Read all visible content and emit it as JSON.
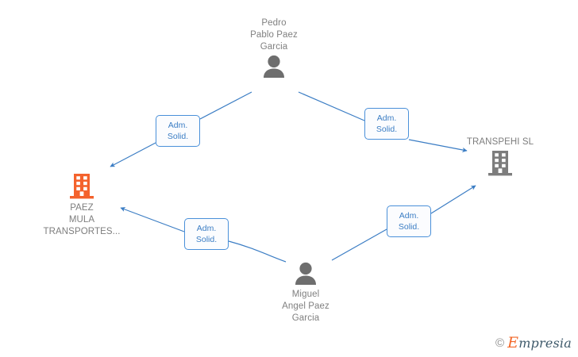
{
  "diagram": {
    "title": "Empresia relations graph",
    "background": "#ffffff",
    "edge_color": "#3b7dc4",
    "person_icon_color": "#6e6e6e",
    "company_active_color": "#f4622c",
    "company_inactive_color": "#7d7d7d",
    "label_text_color": "#808080"
  },
  "nodes": {
    "pedro": {
      "label": "Pedro\nPablo Paez\nGarcia",
      "icon": "person-icon",
      "type": "person"
    },
    "miguel": {
      "label": "Miguel\nAngel Paez\nGarcia",
      "icon": "person-icon",
      "type": "person"
    },
    "paez_mula": {
      "label": "PAEZ\nMULA\nTRANSPORTES...",
      "icon": "building-icon",
      "type": "company"
    },
    "transpehi": {
      "label": "TRANSPEHI SL",
      "icon": "building-icon",
      "type": "company"
    }
  },
  "edges": [
    {
      "id": "pedro-to-paez-mula",
      "from": "pedro",
      "to": "paez_mula",
      "label": "Adm.\nSolid."
    },
    {
      "id": "pedro-to-transpehi",
      "from": "pedro",
      "to": "transpehi",
      "label": "Adm.\nSolid."
    },
    {
      "id": "miguel-to-paez-mula",
      "from": "miguel",
      "to": "paez_mula",
      "label": "Adm.\nSolid."
    },
    {
      "id": "miguel-to-transpehi",
      "from": "miguel",
      "to": "transpehi",
      "label": "Adm.\nSolid."
    }
  ],
  "watermark": {
    "copyright": "©",
    "brand_initial": "E",
    "brand_rest": "mpresia"
  }
}
